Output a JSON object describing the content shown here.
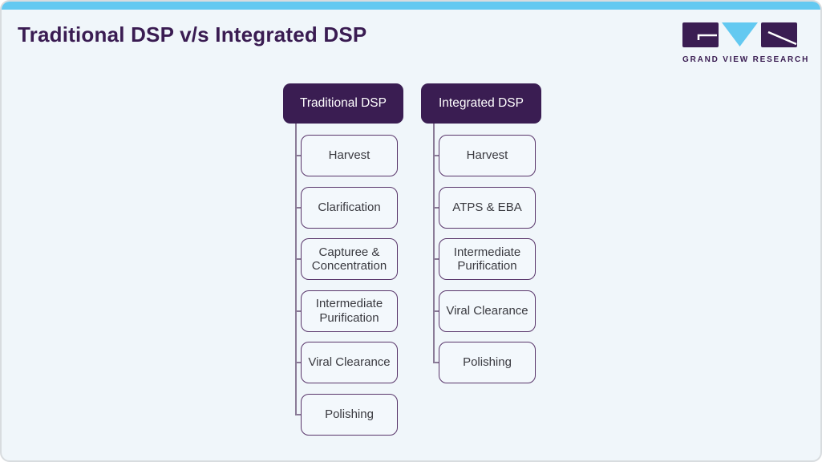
{
  "header": {
    "title": "Traditional DSP v/s Integrated DSP",
    "logo_text": "GRAND VIEW RESEARCH"
  },
  "diagram": {
    "columns": [
      {
        "header": "Traditional DSP",
        "items": [
          "Harvest",
          "Clarification",
          "Capturee & Concentration",
          "Intermediate Purification",
          "Viral Clearance",
          "Polishing"
        ]
      },
      {
        "header": "Integrated DSP",
        "items": [
          "Harvest",
          "ATPS & EBA",
          "Intermediate Purification",
          "Viral Clearance",
          "Polishing"
        ]
      }
    ]
  },
  "colors": {
    "accent_purple": "#3a1d52",
    "accent_blue": "#63c9f1",
    "box_border_purple": "#59366b",
    "connector_purple": "#8a7b97",
    "background": "#f0f6fa"
  },
  "icons": {
    "brand": "gvr-logo-icon"
  }
}
